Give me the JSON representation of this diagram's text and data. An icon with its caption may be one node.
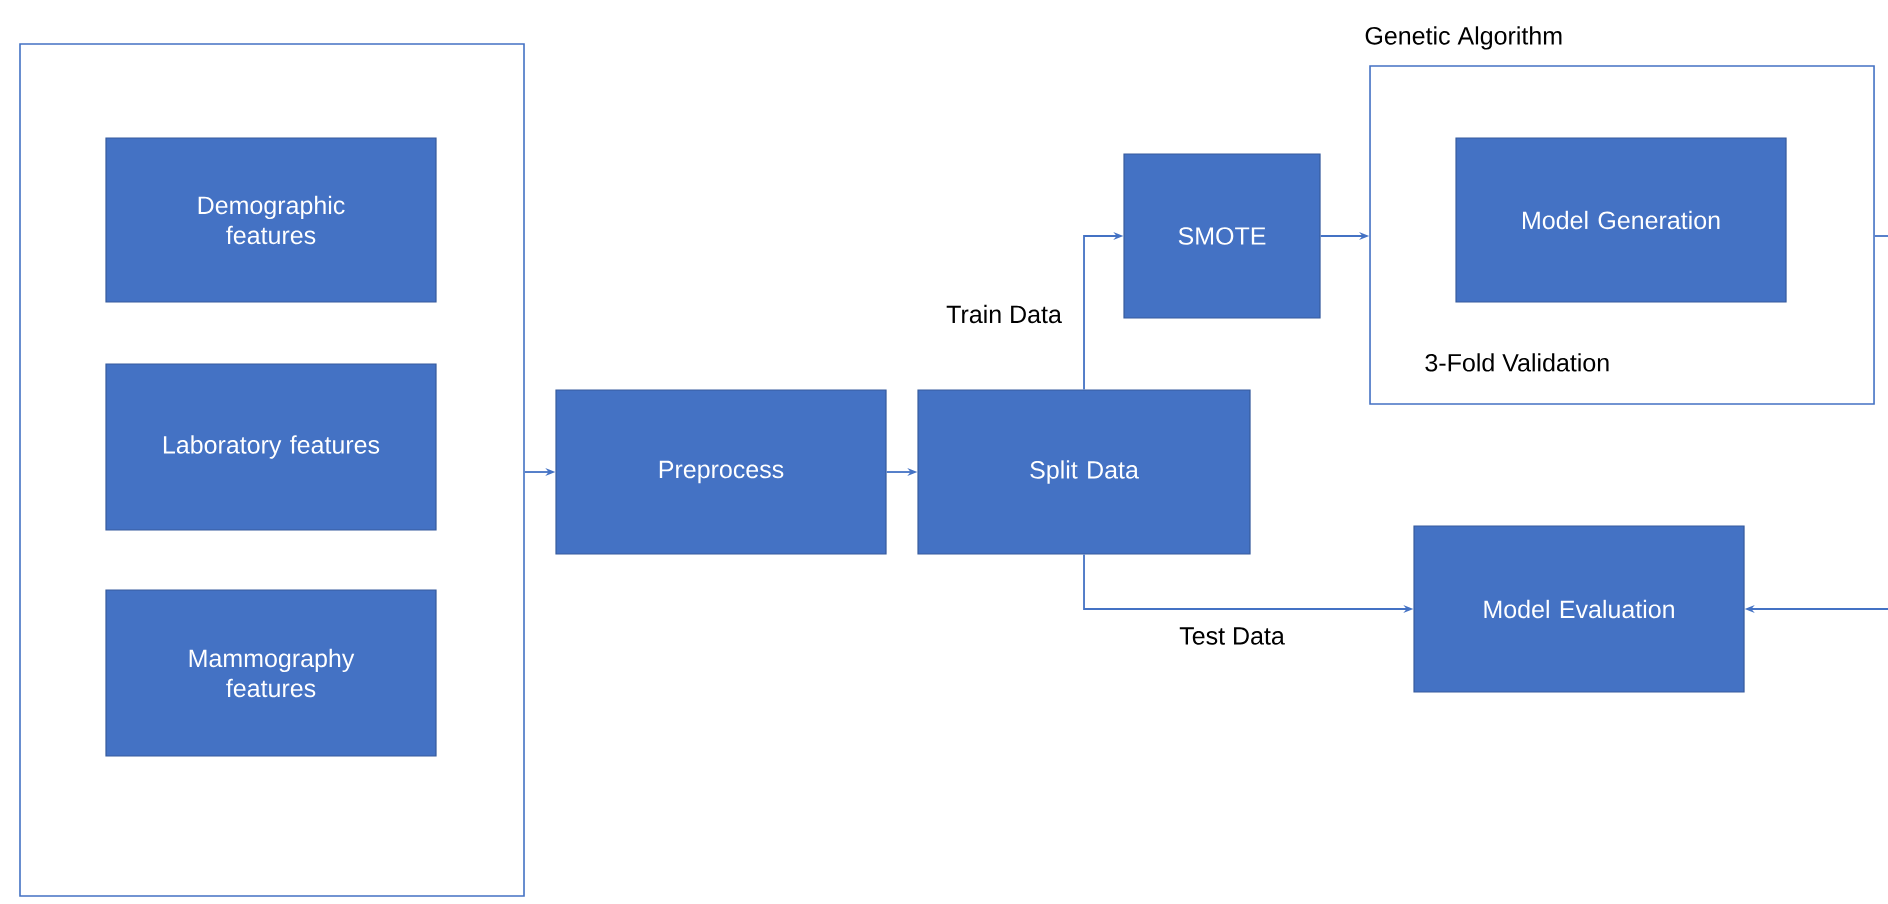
{
  "diagram": {
    "nodes": [
      {
        "text": [],
        "shape": "box"
      },
      {
        "text": [
          "Demographic features"
        ],
        "in": 0
      },
      {
        "text": [
          "Laboratory features"
        ],
        "in": 0
      },
      {
        "text": [
          "Mammography features"
        ],
        "in": 0
      },
      {
        "text": [
          "Preprocess"
        ]
      },
      {
        "text": [
          "Split Data"
        ]
      },
      {
        "text": [
          "SMOTE"
        ]
      },
      {
        "text": [
          "Genetic Algorithm",
          "3-Fold Validation"
        ]
      },
      {
        "text": [
          "Model Generation"
        ],
        "in": 7
      },
      {
        "text": [
          "Model Evaluation"
        ]
      }
    ],
    "edges": [
      {
        "from": 0,
        "to": 4,
        "arrow": "to"
      },
      {
        "from": 4,
        "to": 5,
        "arrow": "to"
      },
      {
        "from": 5,
        "to": 6,
        "arrow": "to",
        "label": "Train Data"
      },
      {
        "from": 6,
        "to": 7,
        "arrow": "to"
      },
      {
        "from": 5,
        "to": 9,
        "arrow": "to",
        "label": "Test Data"
      },
      {
        "from": 7,
        "to": null,
        "arrow": "none"
      },
      {
        "from": null,
        "to": 9,
        "arrow": "to"
      }
    ]
  }
}
